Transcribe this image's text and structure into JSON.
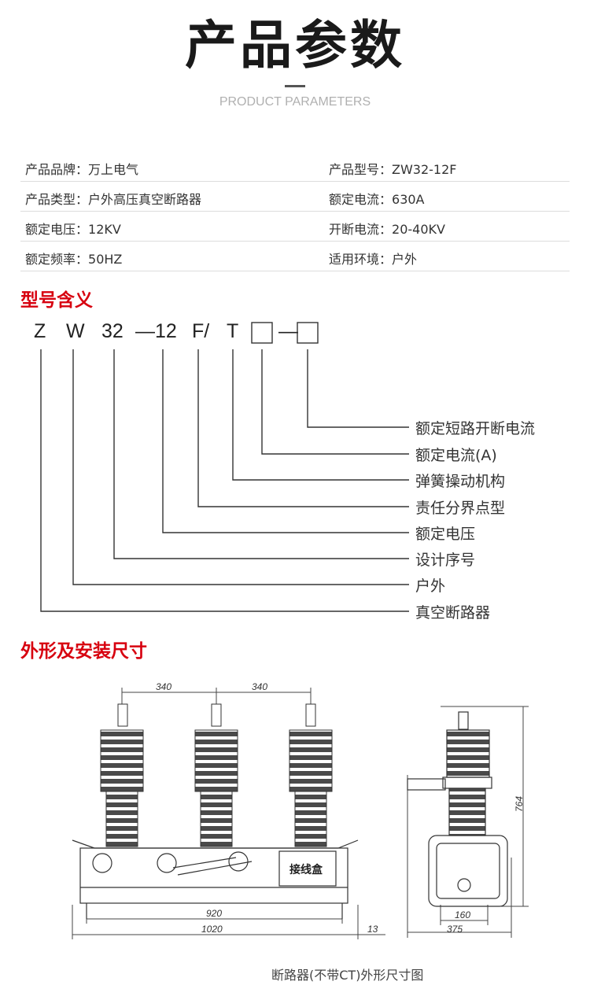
{
  "header": {
    "title": "产品参数",
    "subtitle": "PRODUCT PARAMETERS"
  },
  "params": [
    {
      "label1": "产品品牌：",
      "value1": "万上电气",
      "label2": "产品型号：",
      "value2": "ZW32-12F"
    },
    {
      "label1": "产品类型：",
      "value1": "户外高压真空断路器",
      "label2": "额定电流：",
      "value2": "630A"
    },
    {
      "label1": "额定电压：",
      "value1": "12KV",
      "label2": "开断电流：",
      "value2": "20-40KV"
    },
    {
      "label1": "额定频率：",
      "value1": "50HZ",
      "label2": "适用环境：",
      "value2": "户外"
    }
  ],
  "model": {
    "heading": "型号含义",
    "chars": [
      "Z",
      "W",
      "32",
      "—12",
      "F/",
      "T",
      "—"
    ],
    "meanings": [
      "额定短路开断电流",
      "额定电流(A)",
      "弹簧操动机构",
      "责任分界点型",
      "额定电压",
      "设计序号",
      "户外",
      "真空断路器"
    ]
  },
  "drawing": {
    "heading": "外形及安装尺寸",
    "dim_340_left": "340",
    "dim_340_right": "340",
    "dim_920": "920",
    "dim_1020": "1020",
    "dim_13": "13",
    "dim_764": "764",
    "dim_160": "160",
    "dim_375": "375",
    "junction_box": "接线盒",
    "caption": "断路器(不带CT)外形尺寸图"
  }
}
